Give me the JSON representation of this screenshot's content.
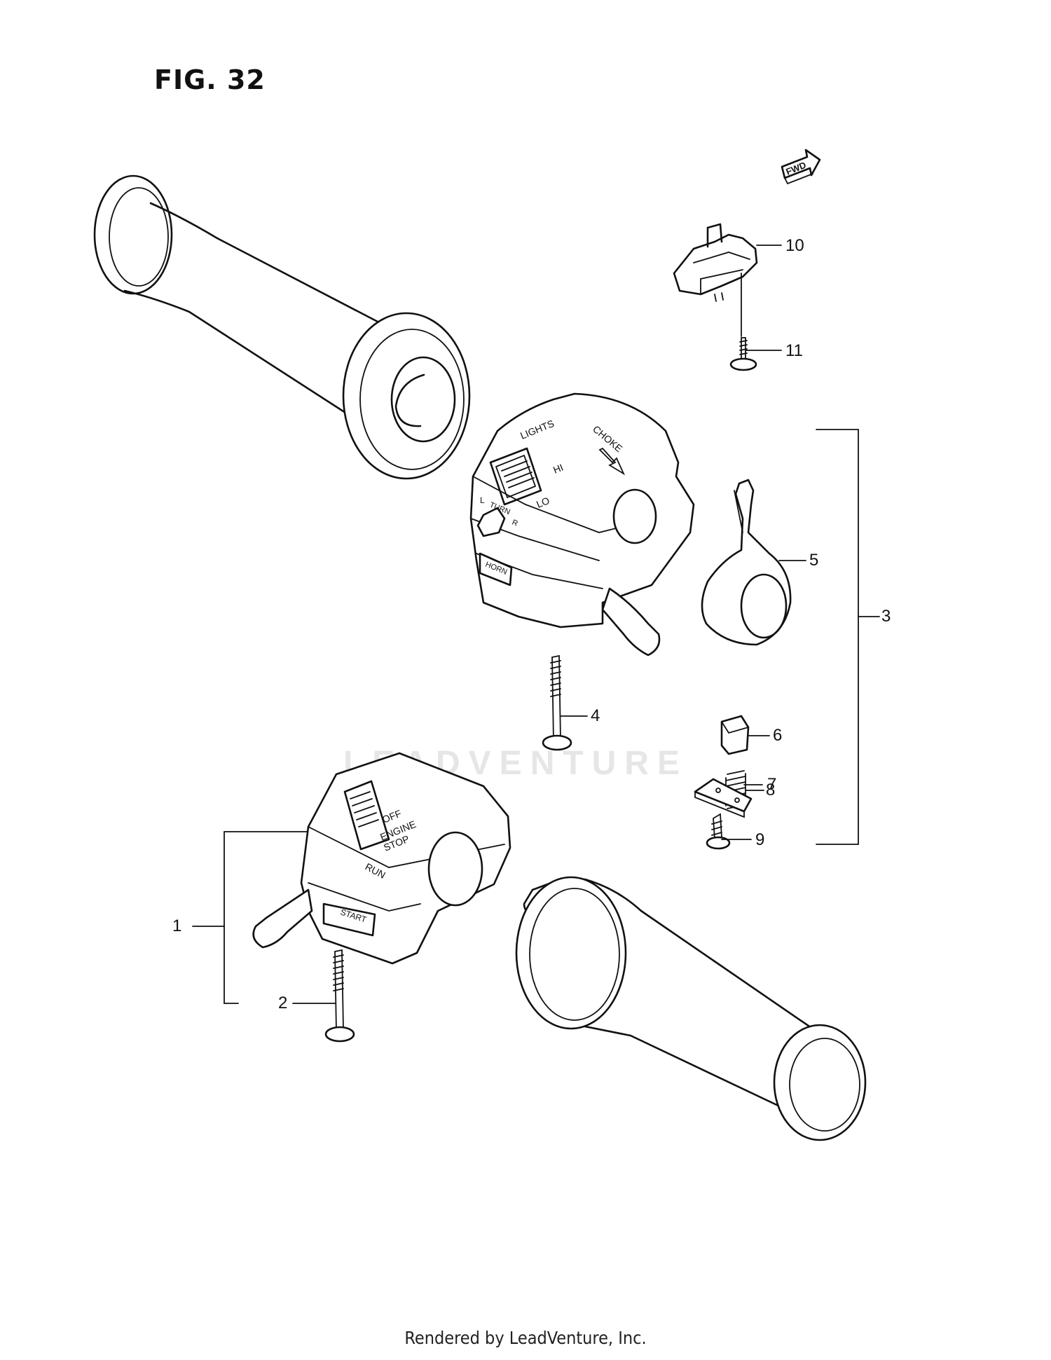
{
  "figure": {
    "title": "FIG. 32"
  },
  "orientation_arrow": {
    "label": "FWD"
  },
  "switch_labels": {
    "lights": "LIGHTS",
    "hi": "HI",
    "lo": "LO",
    "choke": "CHOKE",
    "turn": "TURN",
    "turn_l": "L",
    "turn_r": "R",
    "horn": "HORN",
    "off": "OFF",
    "engine": "ENGINE",
    "stop": "STOP",
    "run": "RUN",
    "start": "START"
  },
  "callouts": [
    {
      "id": "1",
      "part": "right-switch-assembly"
    },
    {
      "id": "2",
      "part": "screw"
    },
    {
      "id": "3",
      "part": "left-switch-assembly"
    },
    {
      "id": "4",
      "part": "screw"
    },
    {
      "id": "5",
      "part": "choke-lever"
    },
    {
      "id": "6",
      "part": "cap"
    },
    {
      "id": "7",
      "part": "spring"
    },
    {
      "id": "8",
      "part": "plate"
    },
    {
      "id": "9",
      "part": "screw"
    },
    {
      "id": "10",
      "part": "switch"
    },
    {
      "id": "11",
      "part": "screw"
    }
  ],
  "watermark": "LEADVENTURE",
  "footer": {
    "text": "Rendered by LeadVenture, Inc."
  }
}
